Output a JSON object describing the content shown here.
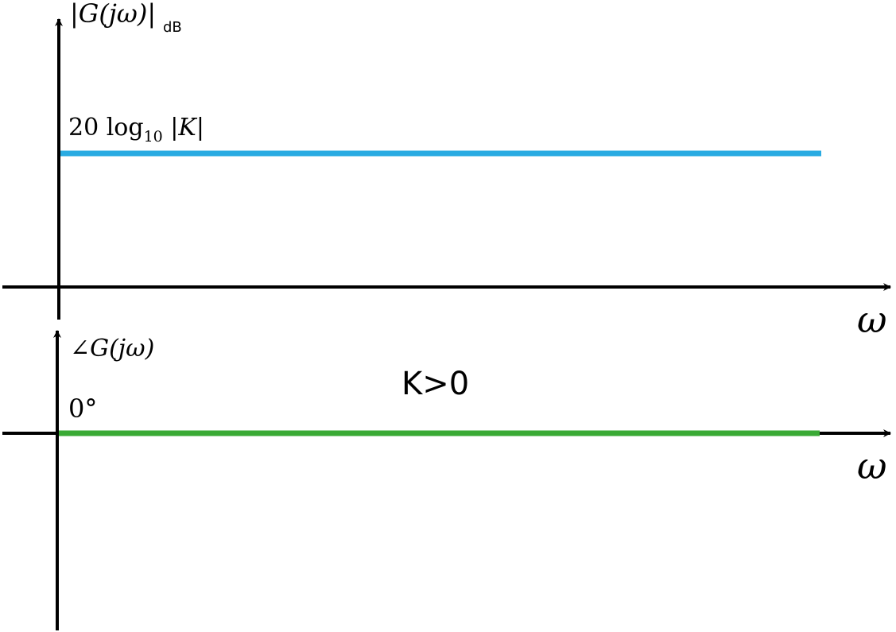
{
  "magnitude_plot": {
    "ylabel_main": "|G(jω)|",
    "ylabel_sub": "dB",
    "level_label_prefix": "20 log",
    "level_label_sub": "10",
    "level_label_suffix": " |K|",
    "xlabel": "ω",
    "line_color": "#29abe2"
  },
  "phase_plot": {
    "ylabel": "∠G(jω)",
    "level_label": "0°",
    "xlabel": "ω",
    "line_color": "#3aaa35"
  },
  "condition_label": "K>0"
}
